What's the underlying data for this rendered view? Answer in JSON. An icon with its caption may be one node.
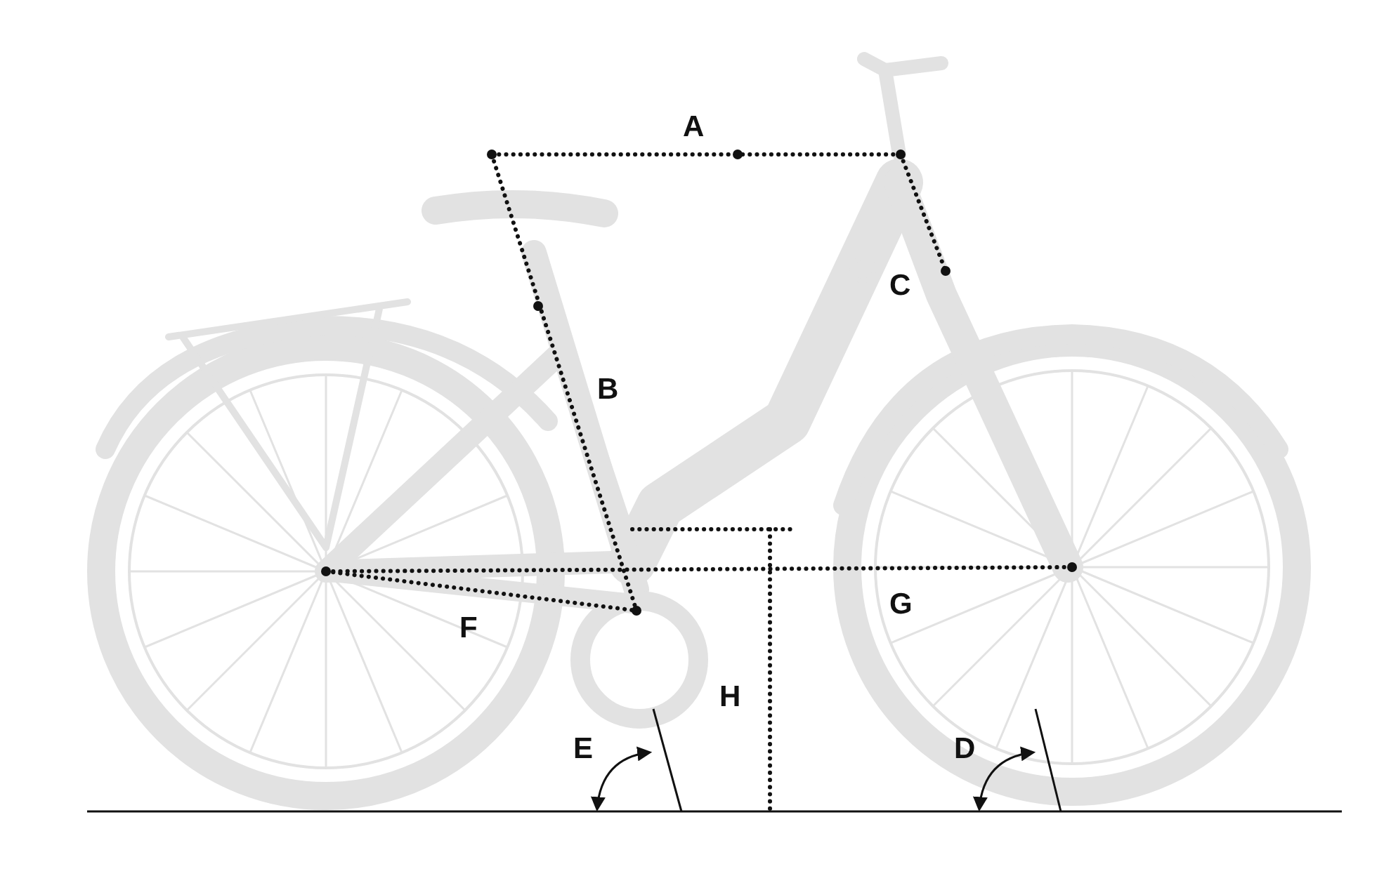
{
  "diagram": {
    "labels": [
      "A",
      "C",
      "B",
      "G",
      "F",
      "H",
      "E",
      "D"
    ]
  }
}
